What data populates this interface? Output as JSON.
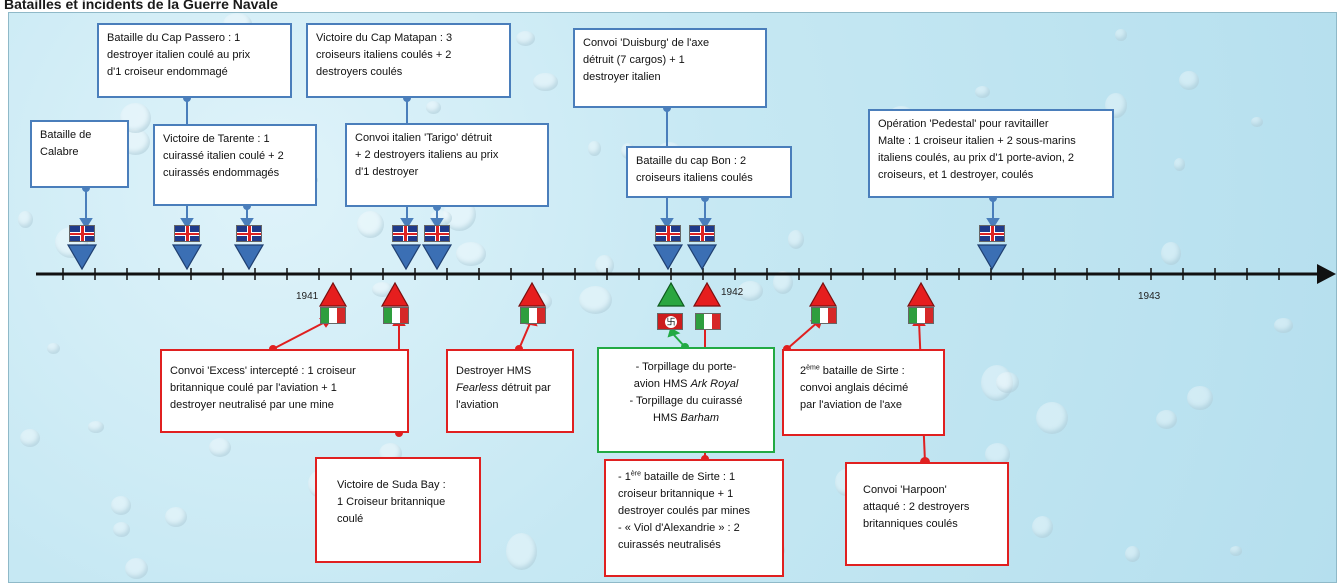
{
  "header_text": "Batailles et incidents de la Guerre Navale",
  "years": {
    "y1941": "1941",
    "y1942": "1942",
    "y1943": "1943"
  },
  "colors": {
    "allied": "#4a7ebb",
    "axis_italy": "#e02020",
    "axis_germany": "#22aa44",
    "timeline": "#111111"
  },
  "icons": {
    "uk": "union-jack-flag",
    "italy": "italian-flag",
    "germany": "german-flag"
  },
  "allied_events": [
    {
      "lines": [
        "Bataille de",
        "Calabre"
      ]
    },
    {
      "lines": [
        "Bataille du Cap Passero : 1",
        "destroyer italien coulé au prix",
        "d'1 croiseur endommagé"
      ]
    },
    {
      "lines": [
        "Victoire de Tarente : 1",
        "cuirassé italien coulé + 2",
        "cuirassés endommagés"
      ]
    },
    {
      "lines": [
        "Victoire du Cap Matapan : 3",
        "croiseurs italiens coulés + 2",
        "destroyers coulés"
      ]
    },
    {
      "lines": [
        "Convoi italien 'Tarigo' détruit",
        "+ 2 destroyers italiens au prix",
        "d'1  destroyer"
      ]
    },
    {
      "lines": [
        "Convoi 'Duisburg' de l'axe",
        "détruit (7 cargos) + 1",
        "destroyer italien"
      ]
    },
    {
      "lines": [
        "Bataille du cap Bon : 2",
        "croiseurs italiens  coulés"
      ]
    },
    {
      "lines": [
        "Opération 'Pedestal' pour ravitailler",
        "Malte : 1 croiseur italien + 2 sous-marins",
        "italiens coulés, au prix d'1 porte-avion, 2",
        "croiseurs, et 1 destroyer, coulés"
      ]
    }
  ],
  "axis_events": {
    "excess": [
      "Convoi 'Excess' intercepté : 1 croiseur",
      "britannique coulé par l'aviation  + 1",
      "destroyer neutralisé par une mine"
    ],
    "fearless": {
      "l1": "Destroyer HMS",
      "l2_em": "Fearless",
      "l2_rest": " détruit par",
      "l3": "l'aviation"
    },
    "ark_barham": {
      "l1": "- Torpillage du porte-",
      "l2_pre": "avion HMS ",
      "l2_em": "Ark Royal",
      "l3": "- Torpillage du cuirassé",
      "l4_pre": "HMS ",
      "l4_em": "Barham"
    },
    "sirte2": {
      "sup": "ème",
      "num": "2",
      "l1_rest": " bataille de Sirte :",
      "l2": "convoi anglais décimé",
      "l3": "par l'aviation de l'axe"
    },
    "suda": [
      "Victoire de Suda Bay :",
      "1 Croiseur britannique",
      "coulé"
    ],
    "sirte1": {
      "pre": "- 1",
      "sup": "ère",
      "l1_rest": " bataille de Sirte : 1",
      "l2": "croiseur britannique + 1",
      "l3": "destroyer coulés par mines",
      "l4": "- « Viol d'Alexandrie » : 2",
      "l5": "cuirassés neutralisés"
    },
    "harpoon": [
      "Convoi 'Harpoon'",
      "attaqué : 2 destroyers",
      "britanniques coulés"
    ]
  }
}
